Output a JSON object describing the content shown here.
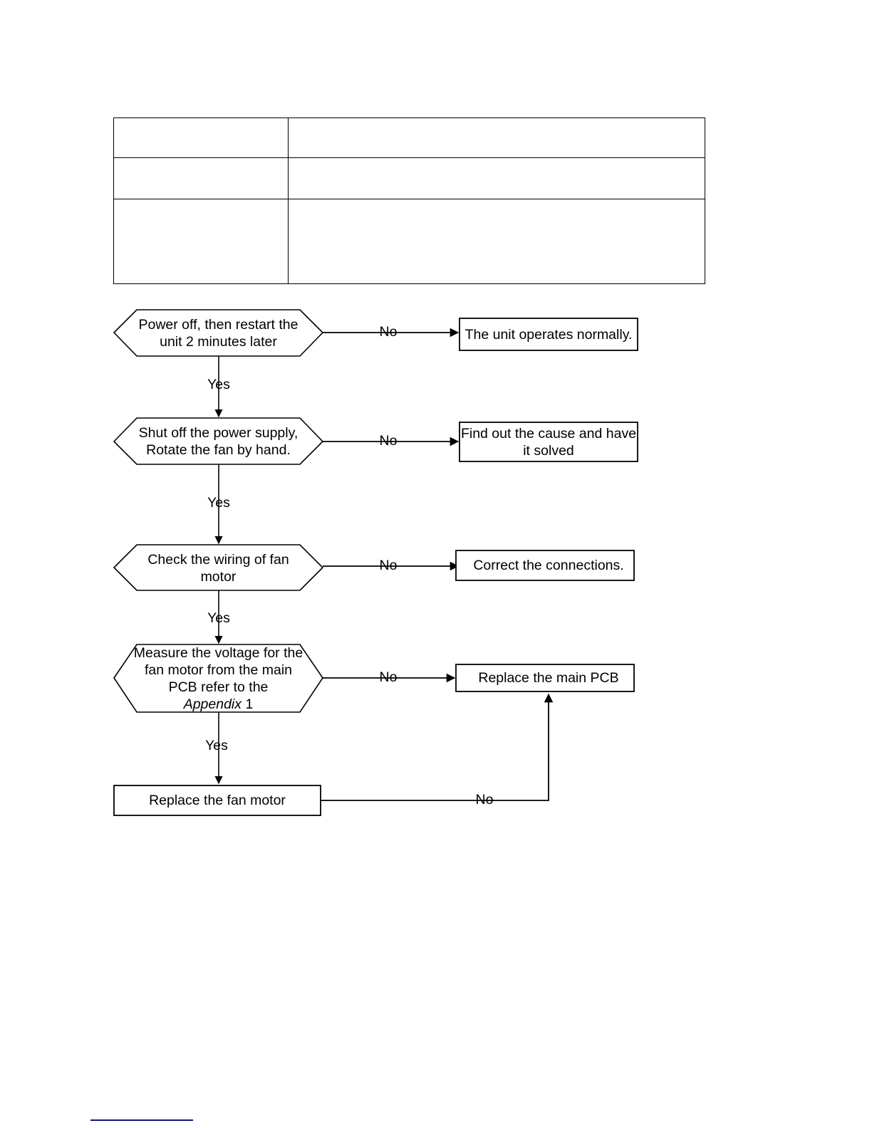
{
  "page": {
    "background": "#ffffff",
    "line_color": "#000000",
    "footer_rule_color": "#16167a"
  },
  "spec_table": {
    "name": "empty-specification-table",
    "rows": [
      {
        "label": "",
        "value": ""
      },
      {
        "label": "",
        "value": ""
      },
      {
        "label": "",
        "value": ""
      }
    ]
  },
  "flowchart": {
    "title": "Fan motor troubleshooting flowchart",
    "decisions": [
      {
        "id": "dec1",
        "lines": [
          "Power off, then restart the",
          "unit 2 minutes later"
        ],
        "yes_label": "Yes",
        "no_label": "No"
      },
      {
        "id": "dec2",
        "lines": [
          "Shut off the power supply,",
          "Rotate the fan by hand."
        ],
        "yes_label": "Yes",
        "no_label": "No"
      },
      {
        "id": "dec3",
        "lines": [
          "Check the wiring of fan",
          "motor"
        ],
        "yes_label": "Yes",
        "no_label": "No"
      },
      {
        "id": "dec4",
        "lines": [
          "Measure the voltage for the",
          "fan motor from the main",
          "PCB refer to the"
        ],
        "italic_word": "Appendix",
        "trailing_word": "1",
        "yes_label": "Yes",
        "no_label": "No"
      }
    ],
    "actions": [
      {
        "id": "act1",
        "lines": [
          "The unit operates normally."
        ]
      },
      {
        "id": "act2",
        "lines": [
          "Find out the cause and have",
          "it solved"
        ]
      },
      {
        "id": "act3",
        "lines": [
          "Correct the connections."
        ]
      },
      {
        "id": "act4",
        "lines": [
          "Replace the main PCB"
        ]
      },
      {
        "id": "act5",
        "lines": [
          "Replace the fan motor"
        ]
      }
    ],
    "edge_labels": {
      "no1": "No",
      "no2": "No",
      "no3": "No",
      "no4": "No",
      "no5": "No",
      "yes1": "Yes",
      "yes2": "Yes",
      "yes3": "Yes",
      "yes4": "Yes"
    }
  }
}
